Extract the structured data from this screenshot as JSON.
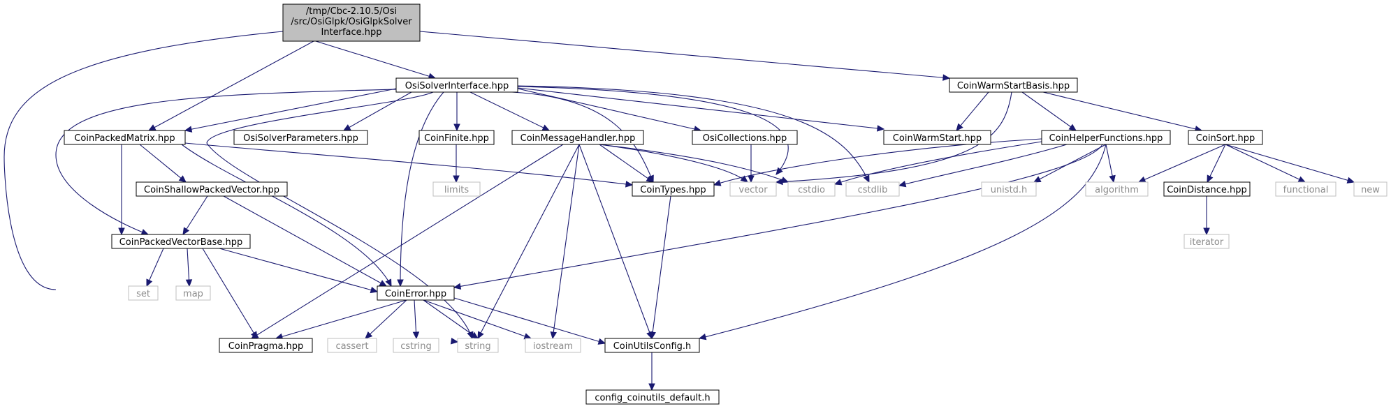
{
  "diagram": {
    "type": "include-dependency-graph",
    "colors": {
      "root_fill": "#bfbfbf",
      "node_border": "#000000",
      "external_border": "#bfbfbf",
      "external_text": "#8c8c8c",
      "edge": "#191970"
    },
    "nodes": [
      {
        "id": "root",
        "lines": [
          "/tmp/Cbc-2.10.5/Osi",
          "/src/OsiGlpk/OsiGlpkSolver",
          "Interface.hpp"
        ],
        "kind": "root"
      },
      {
        "id": "osisi",
        "lines": [
          "OsiSolverInterface.hpp"
        ],
        "kind": "file"
      },
      {
        "id": "cwsb",
        "lines": [
          "CoinWarmStartBasis.hpp"
        ],
        "kind": "file"
      },
      {
        "id": "cpm",
        "lines": [
          "CoinPackedMatrix.hpp"
        ],
        "kind": "file"
      },
      {
        "id": "osp",
        "lines": [
          "OsiSolverParameters.hpp"
        ],
        "kind": "file"
      },
      {
        "id": "cfin",
        "lines": [
          "CoinFinite.hpp"
        ],
        "kind": "file"
      },
      {
        "id": "cmh",
        "lines": [
          "CoinMessageHandler.hpp"
        ],
        "kind": "file"
      },
      {
        "id": "oc",
        "lines": [
          "OsiCollections.hpp"
        ],
        "kind": "file"
      },
      {
        "id": "cws",
        "lines": [
          "CoinWarmStart.hpp"
        ],
        "kind": "file"
      },
      {
        "id": "chf",
        "lines": [
          "CoinHelperFunctions.hpp"
        ],
        "kind": "file"
      },
      {
        "id": "csort",
        "lines": [
          "CoinSort.hpp"
        ],
        "kind": "file"
      },
      {
        "id": "limits",
        "lines": [
          "limits"
        ],
        "kind": "external"
      },
      {
        "id": "cspv",
        "lines": [
          "CoinShallowPackedVector.hpp"
        ],
        "kind": "file"
      },
      {
        "id": "ctypes",
        "lines": [
          "CoinTypes.hpp"
        ],
        "kind": "file"
      },
      {
        "id": "vector",
        "lines": [
          "vector"
        ],
        "kind": "external"
      },
      {
        "id": "cstdio",
        "lines": [
          "cstdio"
        ],
        "kind": "external"
      },
      {
        "id": "cstdlib",
        "lines": [
          "cstdlib"
        ],
        "kind": "external"
      },
      {
        "id": "unistd",
        "lines": [
          "unistd.h"
        ],
        "kind": "external"
      },
      {
        "id": "algorithm",
        "lines": [
          "algorithm"
        ],
        "kind": "external"
      },
      {
        "id": "cdist",
        "lines": [
          "CoinDistance.hpp"
        ],
        "kind": "file"
      },
      {
        "id": "functional",
        "lines": [
          "functional"
        ],
        "kind": "external"
      },
      {
        "id": "new",
        "lines": [
          "new"
        ],
        "kind": "external"
      },
      {
        "id": "cpvb",
        "lines": [
          "CoinPackedVectorBase.hpp"
        ],
        "kind": "file"
      },
      {
        "id": "iterator",
        "lines": [
          "iterator"
        ],
        "kind": "external"
      },
      {
        "id": "set",
        "lines": [
          "set"
        ],
        "kind": "external"
      },
      {
        "id": "map",
        "lines": [
          "map"
        ],
        "kind": "external"
      },
      {
        "id": "cerr",
        "lines": [
          "CoinError.hpp"
        ],
        "kind": "file"
      },
      {
        "id": "cprag",
        "lines": [
          "CoinPragma.hpp"
        ],
        "kind": "file"
      },
      {
        "id": "cassert",
        "lines": [
          "cassert"
        ],
        "kind": "external"
      },
      {
        "id": "cstring",
        "lines": [
          "cstring"
        ],
        "kind": "external"
      },
      {
        "id": "string",
        "lines": [
          "string"
        ],
        "kind": "external"
      },
      {
        "id": "iostream",
        "lines": [
          "iostream"
        ],
        "kind": "external"
      },
      {
        "id": "cuc",
        "lines": [
          "CoinUtilsConfig.h"
        ],
        "kind": "file"
      },
      {
        "id": "ccud",
        "lines": [
          "config_coinutils_default.h"
        ],
        "kind": "file"
      }
    ],
    "edges": [
      {
        "from": "root",
        "to": "osisi"
      },
      {
        "from": "root",
        "to": "cwsb"
      },
      {
        "from": "root",
        "to": "cpm"
      },
      {
        "from": "root",
        "to": "string"
      },
      {
        "from": "osisi",
        "to": "cpm"
      },
      {
        "from": "osisi",
        "to": "osp"
      },
      {
        "from": "osisi",
        "to": "cfin"
      },
      {
        "from": "osisi",
        "to": "cmh"
      },
      {
        "from": "osisi",
        "to": "oc"
      },
      {
        "from": "osisi",
        "to": "cws"
      },
      {
        "from": "osisi",
        "to": "ctypes"
      },
      {
        "from": "osisi",
        "to": "vector"
      },
      {
        "from": "osisi",
        "to": "cstdlib"
      },
      {
        "from": "osisi",
        "to": "cpvb"
      },
      {
        "from": "osisi",
        "to": "cerr"
      },
      {
        "from": "osisi",
        "to": "string"
      },
      {
        "from": "cwsb",
        "to": "cws"
      },
      {
        "from": "cwsb",
        "to": "chf"
      },
      {
        "from": "cwsb",
        "to": "csort"
      },
      {
        "from": "cwsb",
        "to": "vector"
      },
      {
        "from": "cpm",
        "to": "cspv"
      },
      {
        "from": "cpm",
        "to": "cpvb"
      },
      {
        "from": "cpm",
        "to": "ctypes"
      },
      {
        "from": "cpm",
        "to": "cerr"
      },
      {
        "from": "cfin",
        "to": "limits"
      },
      {
        "from": "cmh",
        "to": "ctypes"
      },
      {
        "from": "cmh",
        "to": "vector"
      },
      {
        "from": "cmh",
        "to": "cstdio"
      },
      {
        "from": "cmh",
        "to": "cprag"
      },
      {
        "from": "cmh",
        "to": "string"
      },
      {
        "from": "cmh",
        "to": "iostream"
      },
      {
        "from": "cmh",
        "to": "cuc"
      },
      {
        "from": "oc",
        "to": "vector"
      },
      {
        "from": "chf",
        "to": "ctypes"
      },
      {
        "from": "chf",
        "to": "cstdio"
      },
      {
        "from": "chf",
        "to": "cstdlib"
      },
      {
        "from": "chf",
        "to": "unistd"
      },
      {
        "from": "chf",
        "to": "algorithm"
      },
      {
        "from": "chf",
        "to": "cerr"
      },
      {
        "from": "chf",
        "to": "cuc"
      },
      {
        "from": "csort",
        "to": "algorithm"
      },
      {
        "from": "csort",
        "to": "cdist"
      },
      {
        "from": "csort",
        "to": "functional"
      },
      {
        "from": "csort",
        "to": "new"
      },
      {
        "from": "cdist",
        "to": "iterator"
      },
      {
        "from": "cspv",
        "to": "cpvb"
      },
      {
        "from": "cspv",
        "to": "cerr"
      },
      {
        "from": "cpvb",
        "to": "set"
      },
      {
        "from": "cpvb",
        "to": "map"
      },
      {
        "from": "cpvb",
        "to": "cprag"
      },
      {
        "from": "cpvb",
        "to": "cerr"
      },
      {
        "from": "ctypes",
        "to": "cuc"
      },
      {
        "from": "cerr",
        "to": "cprag"
      },
      {
        "from": "cerr",
        "to": "cassert"
      },
      {
        "from": "cerr",
        "to": "cstring"
      },
      {
        "from": "cerr",
        "to": "string"
      },
      {
        "from": "cerr",
        "to": "iostream"
      },
      {
        "from": "cerr",
        "to": "cuc"
      },
      {
        "from": "cuc",
        "to": "ccud"
      }
    ]
  }
}
